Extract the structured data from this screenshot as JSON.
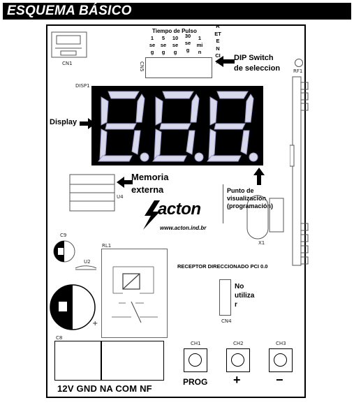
{
  "header": {
    "title": "ESQUEMA BÁSICO"
  },
  "components": {
    "cn1": "CN1",
    "cn5": "CN5",
    "disp1": "DISP1",
    "rf1": "RF1",
    "u4": "U4",
    "c9": "C9",
    "u2": "U2",
    "rl1": "RL1",
    "c8": "C8",
    "x1": "X1",
    "cn4": "CN4",
    "ch1": "CH1",
    "ch2": "CH2",
    "ch3": "CH3"
  },
  "dip": {
    "title": "Tiempo de Pulso",
    "col1": [
      "1",
      "se",
      "g"
    ],
    "col2": [
      "5",
      "se",
      "g"
    ],
    "col3": [
      "10",
      "se",
      "g"
    ],
    "col4": [
      "30",
      "se",
      "g"
    ],
    "col5": [
      "1",
      "mi",
      "n"
    ],
    "col6": [
      "R",
      "ET",
      "E",
      "N",
      "CI",
      "^"
    ]
  },
  "labels": {
    "dip_switch": [
      "DIP Switch",
      "de seleccion"
    ],
    "display": "Display",
    "memoria": [
      "Memoria",
      "externa"
    ],
    "punto": [
      "Punto de",
      "visualización",
      "(programación)"
    ],
    "receptor": "RECEPTOR DIRECCIONADO PCI 0.0",
    "no_utilizar": [
      "No",
      "utiliza",
      "r"
    ],
    "website": "www.acton.ind.br",
    "logo": "acton",
    "plus": "+"
  },
  "buttons": {
    "prog": "PROG",
    "plus": "+",
    "minus": "−"
  },
  "terminals": {
    "text": "12V GND NA COM NF"
  },
  "display_digits": "8.8.8."
}
